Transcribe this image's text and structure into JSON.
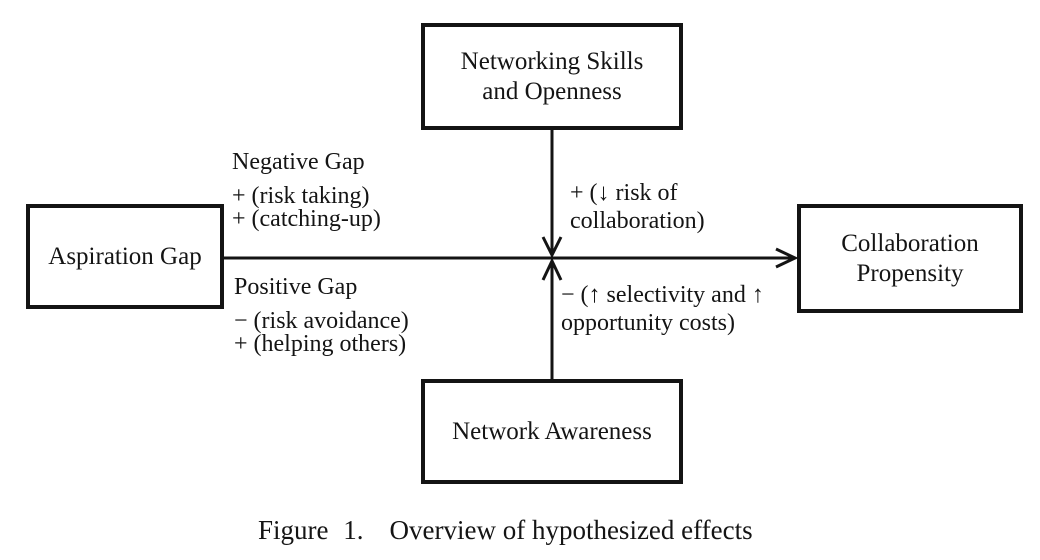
{
  "figure": {
    "boxes": {
      "networking_skills": {
        "lines": [
          "Networking Skills",
          "and Openness"
        ]
      },
      "aspiration_gap": {
        "lines": [
          "Aspiration Gap"
        ]
      },
      "collaboration_propensity": {
        "lines": [
          "Collaboration",
          "Propensity"
        ]
      },
      "network_awareness": {
        "lines": [
          "Network Awareness"
        ]
      }
    },
    "edge_labels": {
      "negative_gap": {
        "title": "Negative Gap",
        "effects": [
          "+ (risk taking)",
          "+ (catching-up)"
        ]
      },
      "positive_gap": {
        "title": "Positive Gap",
        "effects": [
          "− (risk avoidance)",
          "+ (helping others)"
        ]
      },
      "skills_moderation": {
        "lines": [
          "+ (↓ risk of",
          "collaboration)"
        ]
      },
      "awareness_moderation": {
        "lines": [
          "− (↑ selectivity and ↑",
          "opportunity costs)"
        ]
      }
    },
    "caption": {
      "label": "Figure 1.",
      "text": "Overview of hypothesized effects"
    },
    "colors": {
      "ink": "#141414",
      "background": "#ffffff"
    }
  }
}
